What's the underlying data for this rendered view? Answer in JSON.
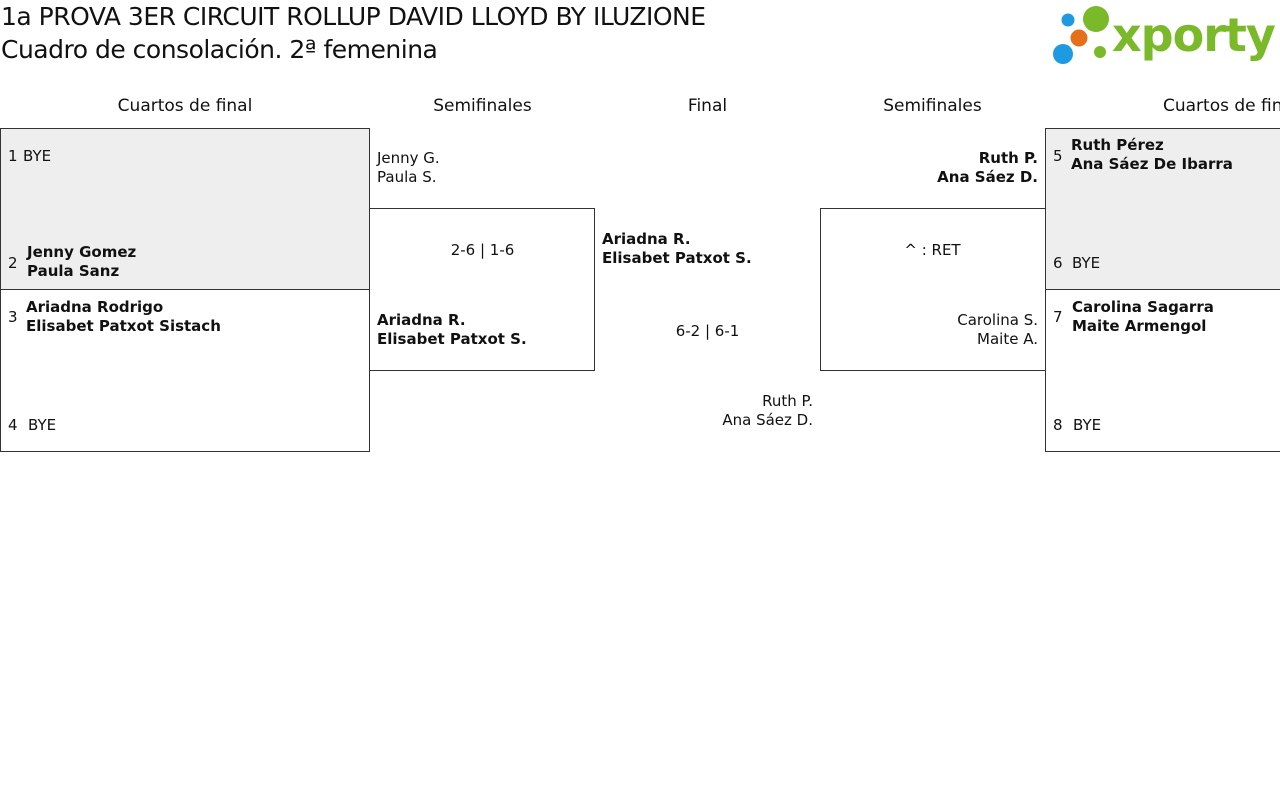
{
  "header": {
    "title": "1a PROVA 3ER CIRCUIT ROLLUP DAVID LLOYD BY ILUZIONE",
    "subtitle": "Cuadro de consolación. 2ª femenina",
    "logo_text": "xporty",
    "logo_colors": {
      "blue": "#1e9be0",
      "orange": "#e5701a",
      "green": "#7ab929"
    }
  },
  "rounds": {
    "left_qf": "Cuartos de final",
    "left_sf": "Semifinales",
    "final": "Final",
    "right_sf": "Semifinales",
    "right_qf": "Cuartos de final"
  },
  "quarterfinals": {
    "s1": {
      "seed": "1",
      "name": "BYE"
    },
    "s2": {
      "seed": "2",
      "p1": "Jenny Gomez",
      "p2": "Paula Sanz"
    },
    "s3": {
      "seed": "3",
      "p1": "Ariadna Rodrigo",
      "p2": "Elisabet Patxot Sistach"
    },
    "s4": {
      "seed": "4",
      "name": "BYE"
    },
    "s5": {
      "seed": "5",
      "p1": "Ruth Pérez",
      "p2": "Ana Sáez De Ibarra"
    },
    "s6": {
      "seed": "6",
      "name": "BYE"
    },
    "s7": {
      "seed": "7",
      "p1": "Carolina Sagarra",
      "p2": "Maite Armengol"
    },
    "s8": {
      "seed": "8",
      "name": "BYE"
    }
  },
  "semifinals": {
    "left_top": {
      "p1": "Jenny G.",
      "p2": "Paula S."
    },
    "left_bottom": {
      "p1": "Ariadna R.",
      "p2": "Elisabet Patxot S."
    },
    "left_score": "2-6 | 1-6",
    "right_top": {
      "p1": "Ruth P.",
      "p2": "Ana Sáez D."
    },
    "right_bottom": {
      "p1": "Carolina S.",
      "p2": "Maite A."
    },
    "right_score": "^ : RET"
  },
  "final": {
    "left": {
      "p1": "Ariadna R.",
      "p2": "Elisabet Patxot S."
    },
    "right": {
      "p1": "Ruth P.",
      "p2": "Ana Sáez D."
    },
    "score": "6-2 | 6-1"
  }
}
